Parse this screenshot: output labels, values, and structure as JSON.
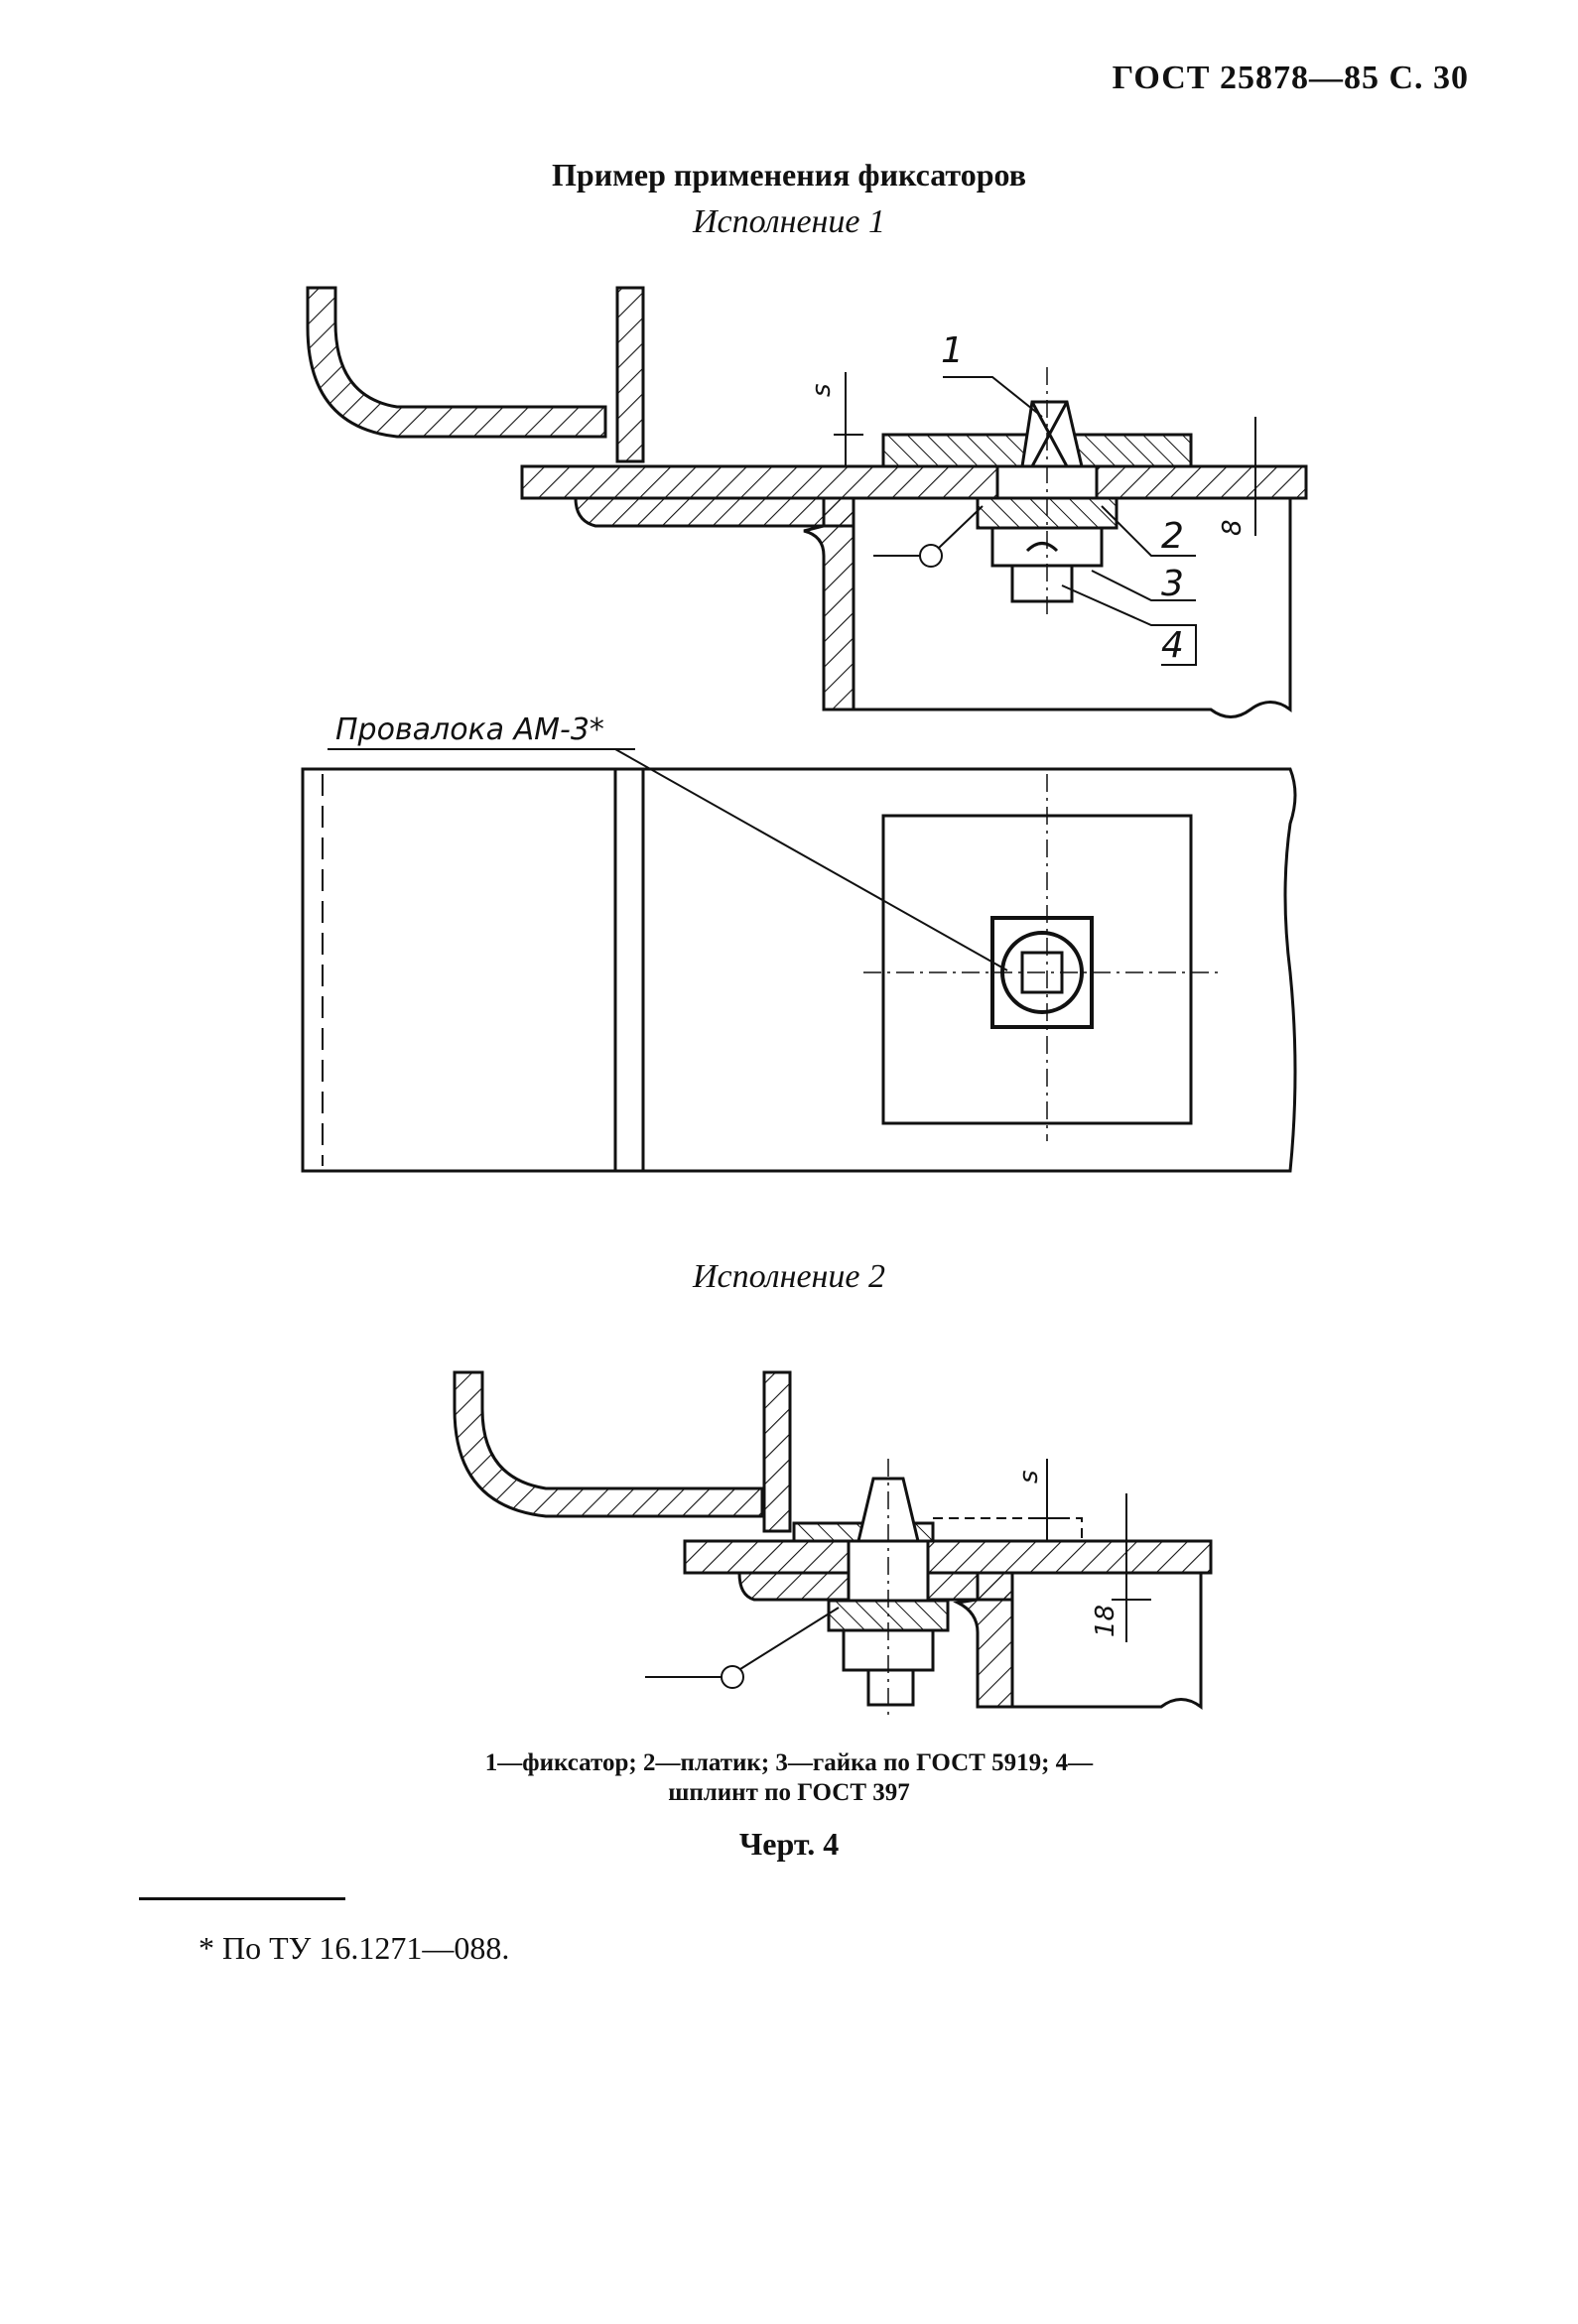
{
  "header": {
    "page_ref": "ГОСТ 25878—85 С. 30"
  },
  "title": "Пример применения фиксаторов",
  "variant1": {
    "label": "Исполнение 1",
    "callouts": [
      "1",
      "2",
      "3",
      "4"
    ],
    "dim_s": "s",
    "dim_8": "8",
    "weld_label": "Провалока АМ-3*"
  },
  "variant2": {
    "label": "Исполнение 2",
    "dim_s": "s",
    "dim_18": "18"
  },
  "caption": {
    "line1": "1—фиксатор; 2—платик; 3—гайка по ГОСТ 5919; 4—",
    "line2": "шплинт по ГОСТ 397"
  },
  "figure_label": "Черт. 4",
  "footnote": "* По ТУ 16.1271—088."
}
